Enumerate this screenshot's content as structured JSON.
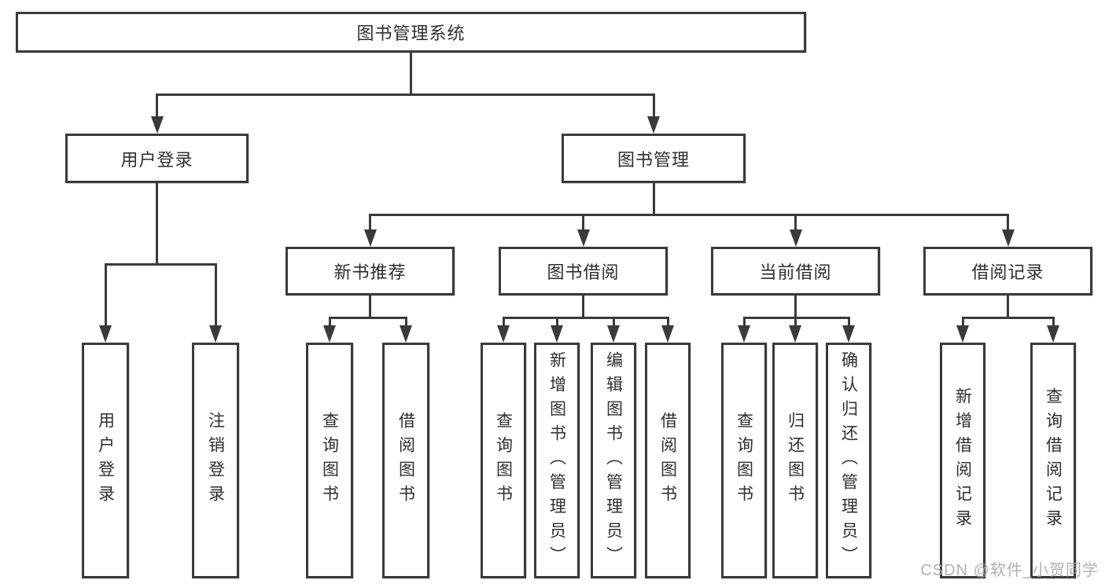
{
  "diagram": {
    "root": {
      "label": "图书管理系统"
    },
    "level2": [
      {
        "label": "用户登录"
      },
      {
        "label": "图书管理"
      }
    ],
    "level3": [
      {
        "label": "新书推荐"
      },
      {
        "label": "图书借阅"
      },
      {
        "label": "当前借阅"
      },
      {
        "label": "借阅记录"
      }
    ],
    "leaves": {
      "user_login": [
        {
          "label": "用户登录"
        },
        {
          "label": "注销登录"
        }
      ],
      "new_books": [
        {
          "label": "查询图书"
        },
        {
          "label": "借阅图书"
        }
      ],
      "book_borrow": [
        {
          "label": "查询图书"
        },
        {
          "label": "新增图书（管理员）"
        },
        {
          "label": "编辑图书（管理员）"
        },
        {
          "label": "借阅图书"
        }
      ],
      "current_borrow": [
        {
          "label": "查询图书"
        },
        {
          "label": "归还图书"
        },
        {
          "label": "确认归还（管理员）"
        }
      ],
      "borrow_records": [
        {
          "label": "新增借阅记录"
        },
        {
          "label": "查询借阅记录"
        }
      ]
    }
  },
  "watermark": {
    "text": "CSDN @软件_小贺同学"
  },
  "colors": {
    "line": "#3a3a3a",
    "text": "#2e2e2e",
    "watermark": "#a8a8a8",
    "background": "#ffffff"
  }
}
